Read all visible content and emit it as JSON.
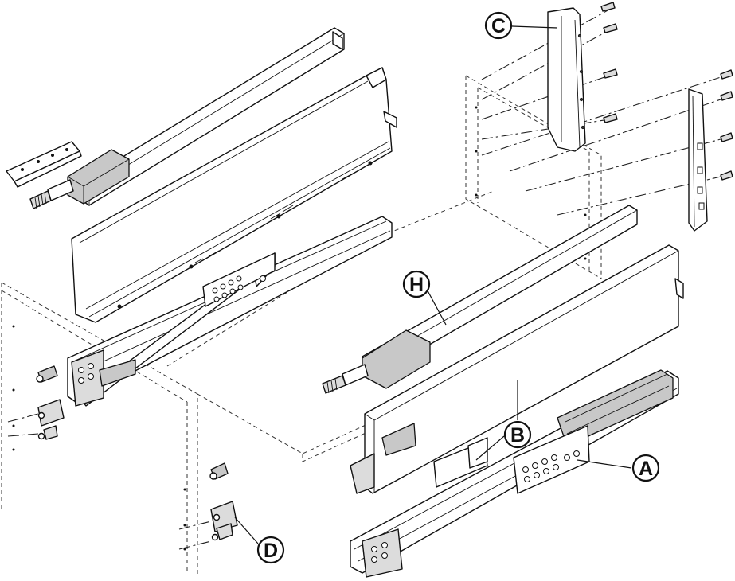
{
  "callouts": {
    "A": "A",
    "B": "B",
    "C": "C",
    "D": "D",
    "H": "H"
  },
  "colors": {
    "line": "#111111",
    "part_fill": "#f4f4f4",
    "shade": "#c8c8c8"
  }
}
